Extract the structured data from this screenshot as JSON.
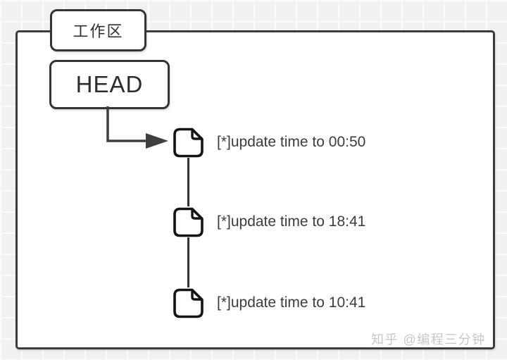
{
  "diagram": {
    "workspace_label": "工作区",
    "head_label": "HEAD",
    "commits": [
      {
        "message": "[*]update time to 00:50"
      },
      {
        "message": "[*]update time to 18:41"
      },
      {
        "message": "[*]update time to 10:41"
      }
    ],
    "watermark": "知乎 @编程三分钟",
    "colors": {
      "stroke": "#343434",
      "text": "#3c3c3c",
      "background_grid": "#f1f1f1",
      "box_fill": "#ffffff",
      "watermark_text": "#c7c7c7"
    }
  }
}
